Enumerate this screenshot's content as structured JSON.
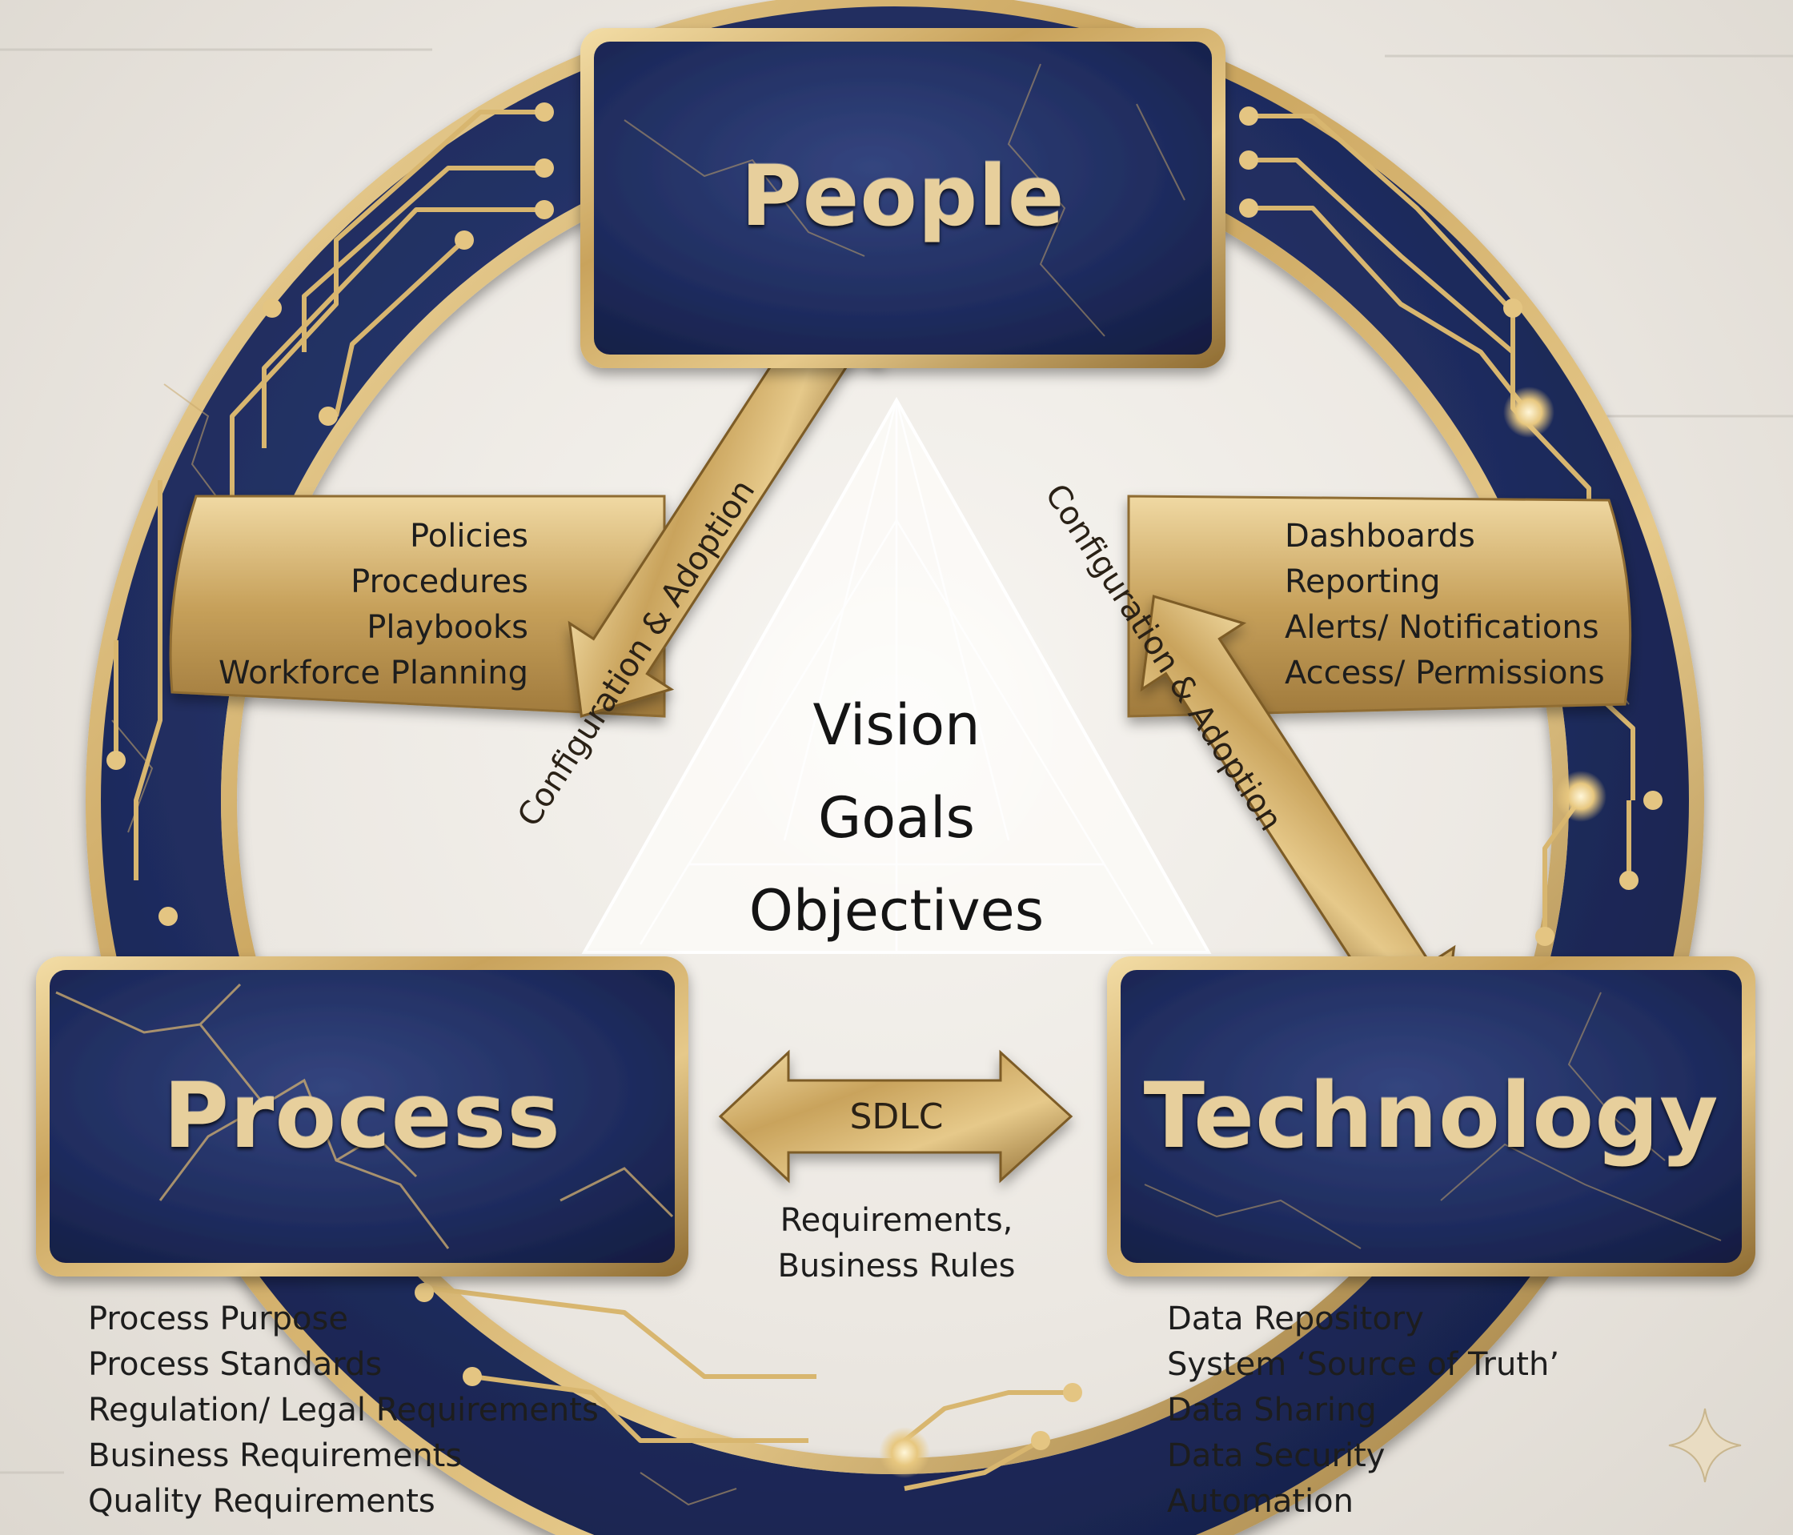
{
  "nodes": {
    "people": {
      "label": "People"
    },
    "process": {
      "label": "Process"
    },
    "technology": {
      "label": "Technology"
    }
  },
  "center": {
    "lines": [
      "Vision",
      "Goals",
      "Objectives"
    ]
  },
  "connectors": {
    "people_process": {
      "label": "Configuration & Adoption"
    },
    "people_technology": {
      "label": "Configuration & Adoption"
    },
    "process_technology": {
      "label": "SDLC"
    }
  },
  "details": {
    "people_left": [
      "Policies",
      "Procedures",
      "Playbooks",
      "Workforce Planning"
    ],
    "people_right": [
      "Dashboards",
      "Reporting",
      "Alerts/ Notifications",
      "Access/ Permissions"
    ],
    "sdlc_below": [
      "Requirements,",
      "Business Rules"
    ],
    "process_below": [
      "Process Purpose",
      "Process Standards",
      "Regulation/ Legal Requirements",
      "Business Requirements",
      "Quality Requirements"
    ],
    "technology_below": [
      "Data Repository",
      "System ‘Source of Truth’",
      "Data Sharing",
      "Data Security",
      "Automation"
    ]
  },
  "colors": {
    "marble_navy": "#1f2c5e",
    "gold": "#c9a45f",
    "gold_light": "#ecd39a",
    "background": "#ebe7e1"
  }
}
